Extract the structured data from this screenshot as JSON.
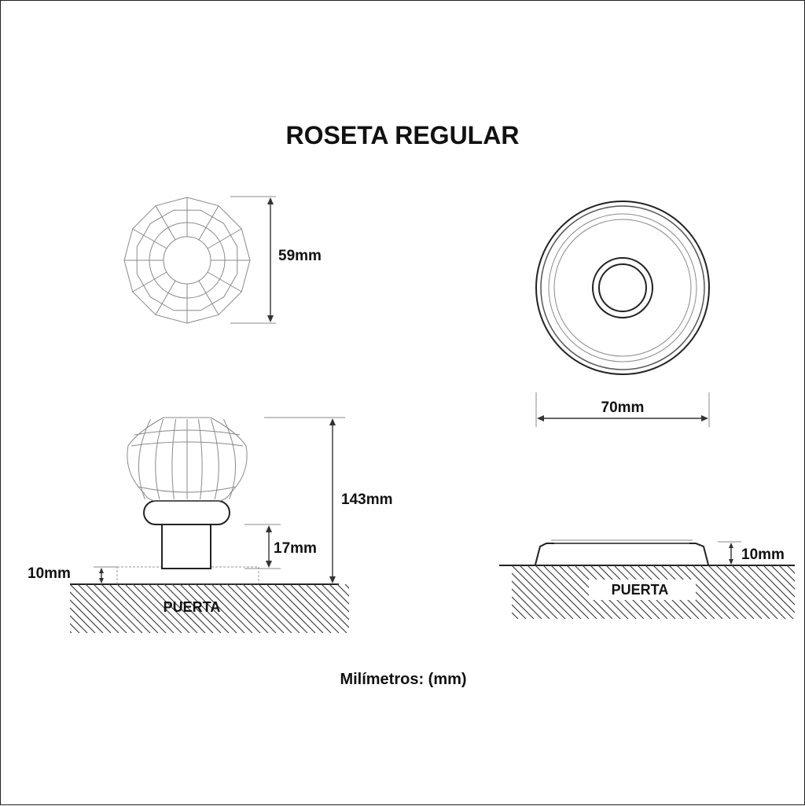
{
  "title": "ROSETA REGULAR",
  "dimensions": {
    "knob_diameter": "59mm",
    "rosette_diameter": "70mm",
    "total_height": "143mm",
    "stem_height": "17mm",
    "base_thickness_left": "10mm",
    "base_thickness_right": "10mm"
  },
  "door_label_left": "PUERTA",
  "door_label_right": "PUERTA",
  "footer": "Milímetros: (mm)"
}
